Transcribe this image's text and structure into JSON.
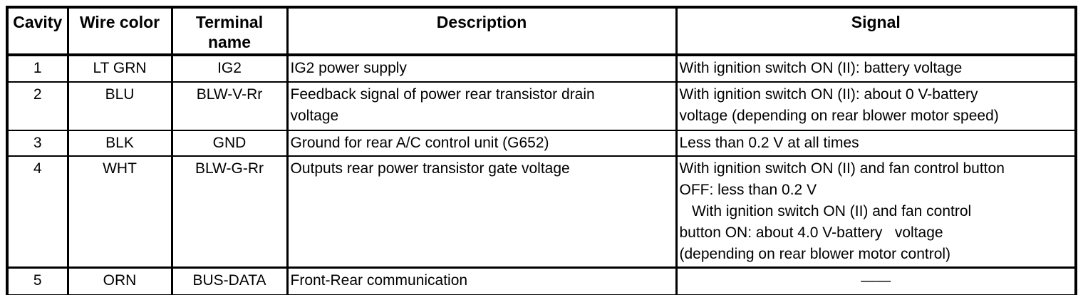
{
  "table": {
    "columns": [
      "Cavity",
      "Wire color",
      "Terminal\nname",
      "Description",
      "Signal"
    ],
    "rows": [
      {
        "cavity": "1",
        "wire_color": "LT GRN",
        "terminal": "IG2",
        "description": "IG2 power supply",
        "signal": "With ignition switch ON (II): battery voltage"
      },
      {
        "cavity": "2",
        "wire_color": "BLU",
        "terminal": "BLW-V-Rr",
        "description": "Feedback signal of power rear transistor drain\nvoltage",
        "signal": "With ignition switch ON (II): about 0 V-battery\nvoltage (depending on rear blower motor speed)"
      },
      {
        "cavity": "3",
        "wire_color": "BLK",
        "terminal": "GND",
        "description": "Ground for rear A/C control unit (G652)",
        "signal": "Less than 0.2 V at all times"
      },
      {
        "cavity": "4",
        "wire_color": "WHT",
        "terminal": "BLW-G-Rr",
        "description": "Outputs rear power transistor gate voltage",
        "signal": "With ignition switch ON (II) and fan control button\nOFF: less than 0.2 V\n   With ignition switch ON (II) and fan control\nbutton ON: about 4.0 V-battery   voltage\n(depending on rear blower motor control)"
      },
      {
        "cavity": "5",
        "wire_color": "ORN",
        "terminal": "BUS-DATA",
        "description": "Front-Rear communication",
        "signal": "——"
      }
    ]
  }
}
